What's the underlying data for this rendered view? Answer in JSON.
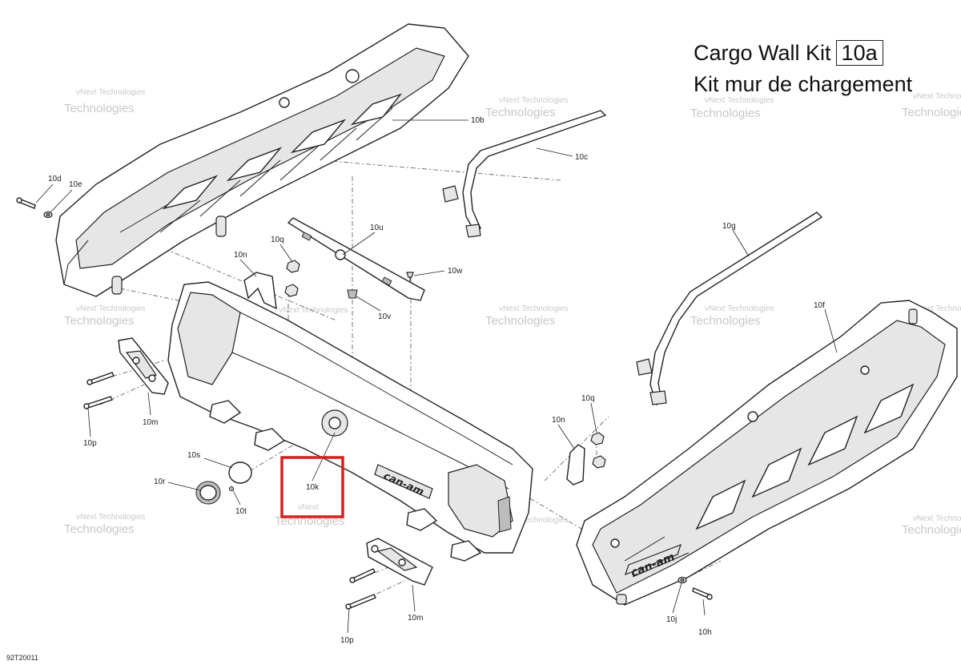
{
  "title": {
    "english": "Cargo Wall Kit",
    "kit_ref": "10a",
    "french": "Kit mur de chargement"
  },
  "watermark": {
    "line1": "vNext Technologies",
    "line2": "Technologies",
    "line2_prefix": "vNext"
  },
  "callouts": [
    {
      "id": "10b",
      "text": "10b"
    },
    {
      "id": "10c",
      "text": "10c"
    },
    {
      "id": "10d",
      "text": "10d"
    },
    {
      "id": "10e",
      "text": "10e"
    },
    {
      "id": "10f",
      "text": "10f"
    },
    {
      "id": "10g",
      "text": "10g"
    },
    {
      "id": "10h",
      "text": "10h"
    },
    {
      "id": "10j",
      "text": "10j"
    },
    {
      "id": "10k",
      "text": "10k"
    },
    {
      "id": "10m-left",
      "text": "10m"
    },
    {
      "id": "10m-bottom",
      "text": "10m"
    },
    {
      "id": "10n-left",
      "text": "10n"
    },
    {
      "id": "10n-right",
      "text": "10n"
    },
    {
      "id": "10p-left",
      "text": "10p"
    },
    {
      "id": "10p-bottom",
      "text": "10p"
    },
    {
      "id": "10q-left",
      "text": "10q"
    },
    {
      "id": "10q-right",
      "text": "10q"
    },
    {
      "id": "10r",
      "text": "10r"
    },
    {
      "id": "10s",
      "text": "10s"
    },
    {
      "id": "10t",
      "text": "10t"
    },
    {
      "id": "10u",
      "text": "10u"
    },
    {
      "id": "10v",
      "text": "10v"
    },
    {
      "id": "10w",
      "text": "10w"
    }
  ],
  "brand_mark": "can-am",
  "doc_code": "92T20011",
  "highlight_color": "#d62020"
}
